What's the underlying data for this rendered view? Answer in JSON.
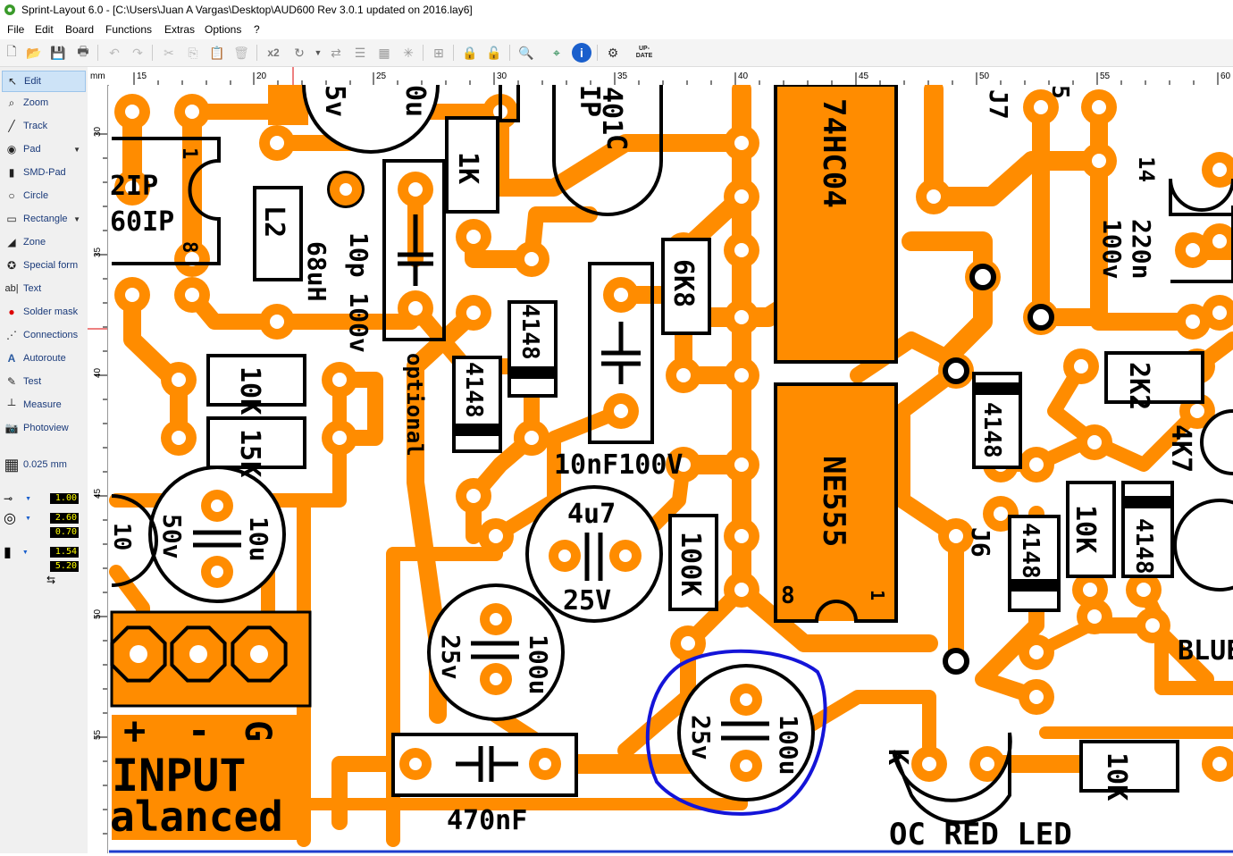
{
  "window": {
    "title": "Sprint-Layout 6.0 - [C:\\Users\\Juan A Vargas\\Desktop\\AUD600 Rev 3.0.1 updated on 2016.lay6]"
  },
  "menu": [
    "File",
    "Edit",
    "Board",
    "Functions",
    "Extras",
    "Options",
    "?"
  ],
  "toolbar": {
    "scale_label": "x2",
    "update_label": "UP-DATE"
  },
  "tools": [
    {
      "label": "Edit",
      "icon": "pointer-icon",
      "selected": true
    },
    {
      "label": "Zoom",
      "icon": "zoom-icon"
    },
    {
      "label": "Track",
      "icon": "track-icon"
    },
    {
      "label": "Pad",
      "icon": "pad-icon",
      "dropdown": true
    },
    {
      "label": "SMD-Pad",
      "icon": "smd-pad-icon"
    },
    {
      "label": "Circle",
      "icon": "circle-icon"
    },
    {
      "label": "Rectangle",
      "icon": "rectangle-icon",
      "dropdown": true
    },
    {
      "label": "Zone",
      "icon": "zone-icon"
    },
    {
      "label": "Special form",
      "icon": "special-form-icon"
    },
    {
      "label": "Text",
      "icon": "text-icon"
    },
    {
      "label": "Solder mask",
      "icon": "solder-mask-icon"
    },
    {
      "label": "Connections",
      "icon": "connections-icon"
    },
    {
      "label": "Autoroute",
      "icon": "autoroute-icon"
    },
    {
      "label": "Test",
      "icon": "test-icon"
    },
    {
      "label": "Measure",
      "icon": "measure-icon"
    },
    {
      "label": "Photoview",
      "icon": "photoview-icon"
    }
  ],
  "grid": {
    "label": "0.025 mm"
  },
  "params": {
    "track_width": "1.00",
    "pad_outer": "2.60",
    "pad_inner": "0.70",
    "smd_w": "1.54",
    "smd_h": "5.20"
  },
  "ruler": {
    "unit": "mm",
    "h_ticks": [
      "15",
      "20",
      "25",
      "30",
      "35",
      "40",
      "45",
      "50",
      "55",
      "60"
    ],
    "v_ticks": [
      "30",
      "35",
      "40",
      "45",
      "50",
      "55"
    ]
  },
  "silkscreen": {
    "ic1": "74HC04",
    "ic2": "NE555",
    "ic2_pin8": "8",
    "ic2_pin1": "1",
    "r_10k_a": "10K",
    "r_15k": "15K",
    "r_1k": "1K",
    "r_6k8": "6K8",
    "r_100k": "100K",
    "r_2k2": "2K2",
    "r_10k_b": "10K",
    "r_10k_c": "10K",
    "r_4k7": "4K7",
    "d1": "4148",
    "d2": "4148",
    "d3": "4148",
    "d4": "4148",
    "d5": "4148",
    "l2": "L2",
    "l2_value": "68uH",
    "cap_10p": "10p 100v",
    "optional": "optional",
    "cap_10nf": "10nF100V",
    "cap_470nf": "470nF",
    "ec_4u7": "4u7",
    "ec_4u7_v": "25V",
    "ec_10u": "10u",
    "ec_10u_v": "50v",
    "ec_100u_a": "100u",
    "ec_100u_a_v": "25v",
    "ec_100u_b": "100u",
    "ec_100u_b_v": "25v",
    "cap_220n": "220n",
    "cap_220n_v": "100v",
    "cap_401": "401",
    "cap_401_c": "C",
    "j7": "J7",
    "j6": "J6",
    "pin14": "14",
    "pin1_top": "1",
    "pin8_top": "8",
    "frag_2ip": "2IP",
    "frag_60ip": "60IP",
    "frag_5v": "5v",
    "frag_0u": "0u",
    "frag_ip": "IP",
    "input": "INPUT",
    "balanced": "alanced",
    "plus": "+",
    "minus": "-",
    "gnd": "G",
    "led_label": "OC RED LED",
    "led_k": "K",
    "blue": "BLUE",
    "frag_5": "5",
    "frag_10u": "10"
  }
}
